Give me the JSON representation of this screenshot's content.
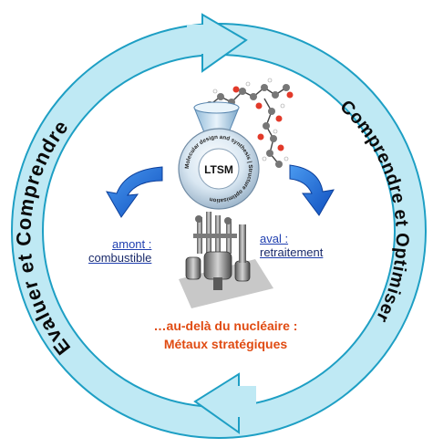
{
  "cycle": {
    "left_label": "Evaluer et Comprendre",
    "right_label": "Comprendre et Optimiser"
  },
  "center": {
    "core_label": "LTSM",
    "ring_label": "Molecular design and synthesis | Structure optimisation"
  },
  "links": {
    "amont_line1": "amont :",
    "amont_line2": "combustible",
    "aval_line1": "aval :",
    "aval_line2": "retraitement"
  },
  "beyond": {
    "line1": "…au-delà du nucléaire :",
    "line2": "Métaux stratégiques"
  },
  "colors": {
    "ring_fill": "#bfe9f4",
    "ring_stroke": "#1e9fc4",
    "arrow_blue": "#1763d6",
    "accent_text": "#e04b12",
    "link_blue": "#1f3fb0"
  }
}
